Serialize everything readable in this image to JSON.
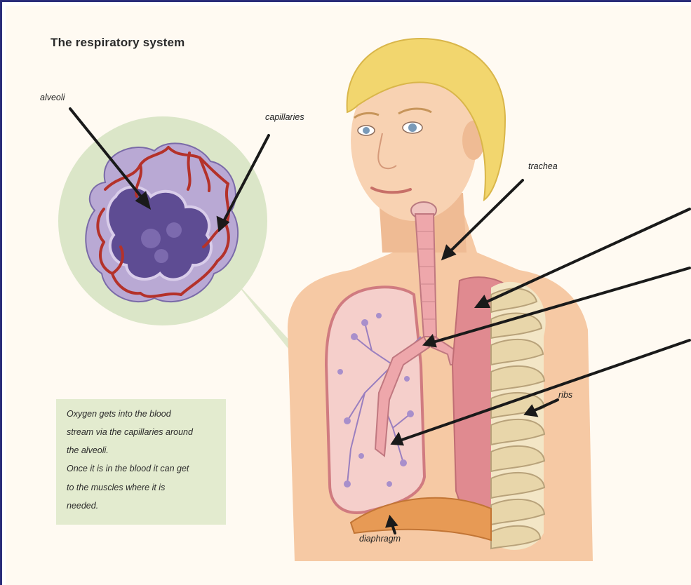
{
  "title": "The respiratory system",
  "labels": {
    "alveoli": "alveoli",
    "capillaries": "capillaries",
    "trachea": "trachea",
    "ribs": "ribs",
    "diaphragm": "diaphragm"
  },
  "caption": {
    "lines": [
      "Oxygen gets into the blood",
      "stream via the capillaries around",
      "the alveoli.",
      "Once it is in the blood it can get",
      "to the muscles where it is",
      "needed."
    ]
  },
  "colors": {
    "lung": "#e08a90",
    "lung_light": "#f2c6c4",
    "skin": "#f6c9a4",
    "hair": "#f2d66e",
    "capillary": "#b4322a",
    "alveoli": "#6b5a9e",
    "inset_bg": "#d6e3c2",
    "frame": "#2b2d7a"
  }
}
